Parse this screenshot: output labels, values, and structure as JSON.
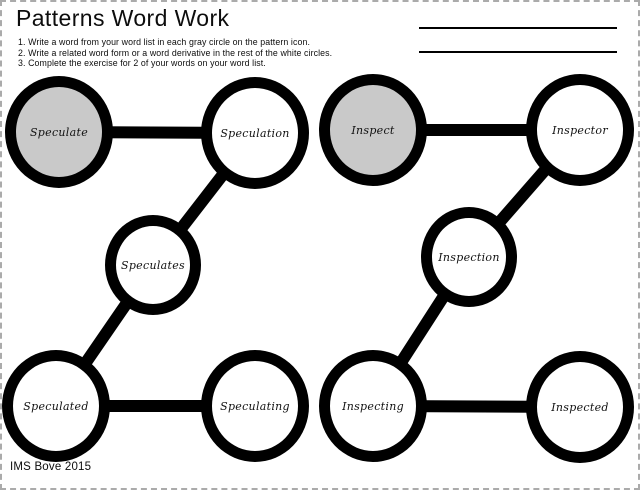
{
  "page": {
    "title": "Patterns Word Work",
    "instructions": [
      "1. Write a word from your word list in each gray circle on the pattern icon.",
      "2. Write a related word form or a word derivative in the rest of the white circles.",
      "3. Complete the exercise for 2 of your words on your word list.",
      ""
    ],
    "footer": "IMS Bove 2015"
  },
  "header": {
    "blank_name_lines": 2
  },
  "colors": {
    "gray_circle_fill": "#c9c9c9",
    "white_circle_fill": "#ffffff",
    "connector_and_ring": "#000000",
    "page_dashed_border": "#ababab"
  },
  "patterns": [
    {
      "name": "speculate-pattern",
      "nodes": [
        {
          "label": "Speculate",
          "fill": "gray"
        },
        {
          "label": "Speculation",
          "fill": "white"
        },
        {
          "label": "Speculates",
          "fill": "white"
        },
        {
          "label": "Speculated",
          "fill": "white"
        },
        {
          "label": "Speculating",
          "fill": "white"
        }
      ]
    },
    {
      "name": "inspect-pattern",
      "nodes": [
        {
          "label": "Inspect",
          "fill": "gray"
        },
        {
          "label": "Inspector",
          "fill": "white"
        },
        {
          "label": "Inspection",
          "fill": "white"
        },
        {
          "label": "Inspecting",
          "fill": "white"
        },
        {
          "label": "Inspected",
          "fill": "white"
        }
      ]
    }
  ]
}
